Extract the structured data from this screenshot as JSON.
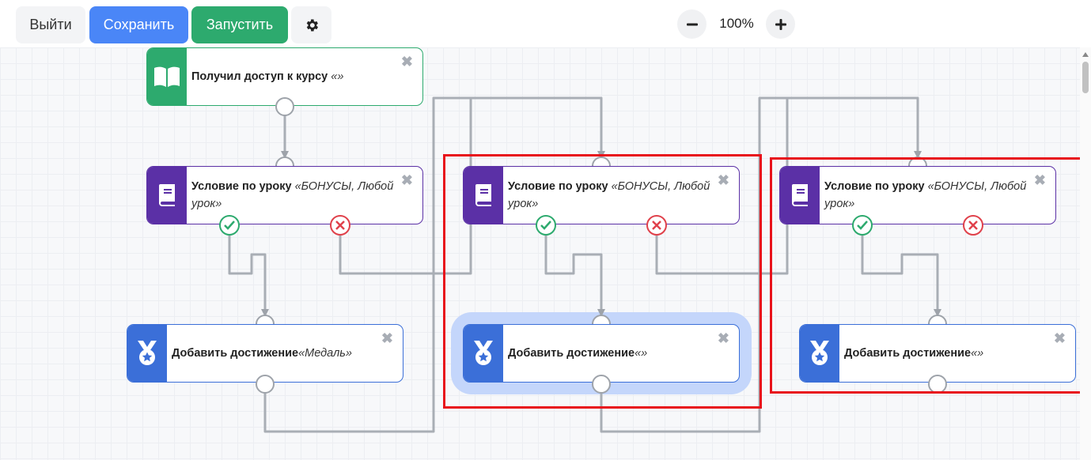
{
  "toolbar": {
    "exit_label": "Выйти",
    "save_label": "Сохранить",
    "run_label": "Запустить",
    "zoom_level": "100%",
    "settings_icon": "gear-icon",
    "zoom_out_icon": "minus-icon",
    "zoom_in_icon": "plus-icon"
  },
  "colors": {
    "save": "#4a86f7",
    "run": "#2daa6e",
    "lesson": "#5b30a6",
    "achievement": "#3b6fd8",
    "access": "#2daa6e",
    "highlight": "#e8121b"
  },
  "nodes": {
    "access": {
      "title": "Получил доступ к курсу",
      "value": "«»",
      "icon": "open-book-icon"
    },
    "cond1": {
      "title": "Условие по уроку",
      "value": "«БОНУСЫ, Любой урок»",
      "icon": "book-icon"
    },
    "cond2": {
      "title": "Условие по уроку",
      "value": "«БОНУСЫ, Любой урок»",
      "icon": "book-icon"
    },
    "cond3": {
      "title": "Условие по уроку",
      "value": "«БОНУСЫ, Любой урок»",
      "icon": "book-icon"
    },
    "ach1": {
      "title": "Добавить достижение",
      "value": "«Медаль»",
      "icon": "medal-icon"
    },
    "ach2": {
      "title": "Добавить достижение",
      "value": "«»",
      "icon": "medal-icon"
    },
    "ach3": {
      "title": "Добавить достижение",
      "value": "«»",
      "icon": "medal-icon"
    }
  },
  "close_glyph": "✖"
}
